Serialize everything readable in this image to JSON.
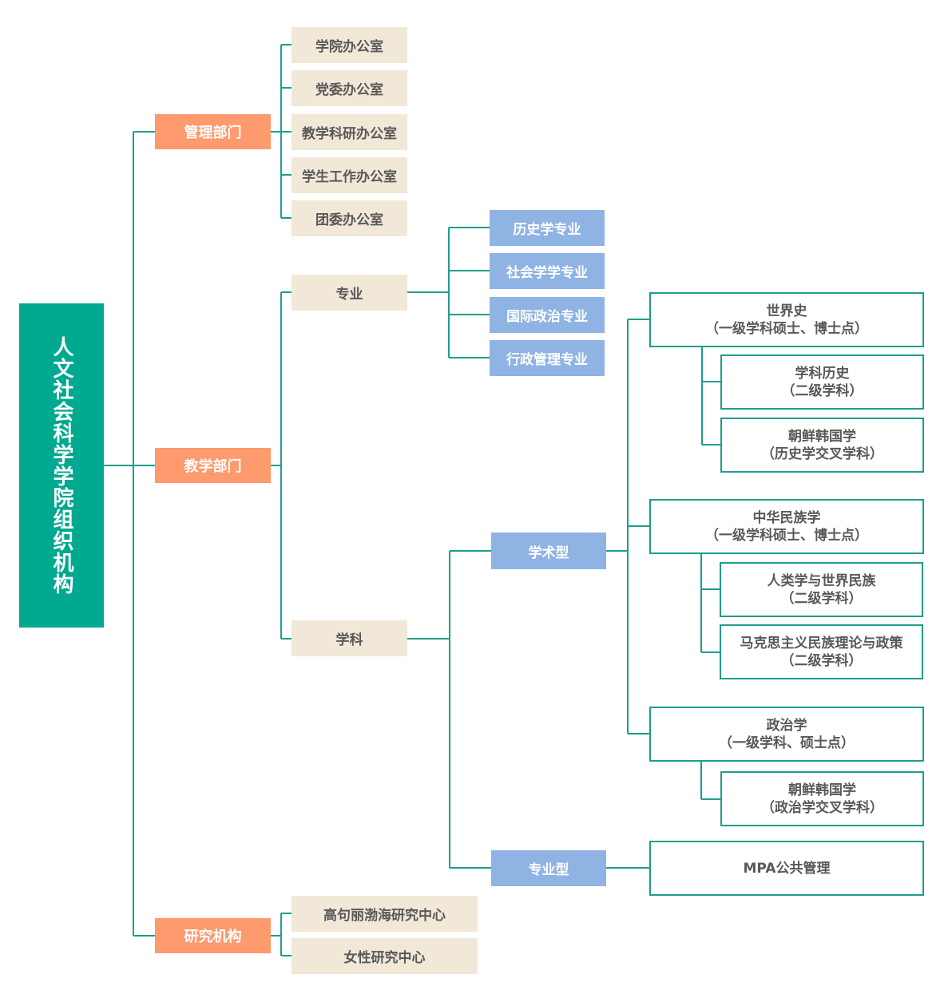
{
  "title": "人文社会科学学院组织机构",
  "colors": {
    "line": "#1e9e8a",
    "root": "#00a98f",
    "dept": "#fd9a6e",
    "beige": "#f1e8d8",
    "blue": "#8fb3e3"
  },
  "departments": {
    "admin": {
      "label": "管理部门",
      "offices": [
        "学院办公室",
        "党委办公室",
        "教学科研办公室",
        "学生工作办公室",
        "团委办公室"
      ]
    },
    "teaching": {
      "label": "教学部门",
      "majors": {
        "label": "专业",
        "items": [
          "历史学专业",
          "社会学学专业",
          "国际政治专业",
          "行政管理专业"
        ]
      },
      "disciplines": {
        "label": "学科",
        "academic": {
          "label": "学术型",
          "groups": [
            {
              "name": "世界史",
              "note": "（一级学科硕士、博士点）",
              "children": [
                {
                  "name": "学科历史",
                  "note": "（二级学科）"
                },
                {
                  "name": "朝鲜韩国学",
                  "note": "（历史学交叉学科）"
                }
              ]
            },
            {
              "name": "中华民族学",
              "note": "（一级学科硕士、博士点）",
              "children": [
                {
                  "name": "人类学与世界民族",
                  "note": "（二级学科）"
                },
                {
                  "name": "马克思主义民族理论与政策",
                  "note": "（二级学科）"
                }
              ]
            },
            {
              "name": "政治学",
              "note": "（一级学科、硕士点）",
              "children": [
                {
                  "name": "朝鲜韩国学",
                  "note": "（政治学交叉学科）"
                }
              ]
            }
          ]
        },
        "professional": {
          "label": "专业型",
          "item": "MPA公共管理"
        }
      }
    },
    "research": {
      "label": "研究机构",
      "centers": [
        "高句丽渤海研究中心",
        "女性研究中心"
      ]
    }
  }
}
